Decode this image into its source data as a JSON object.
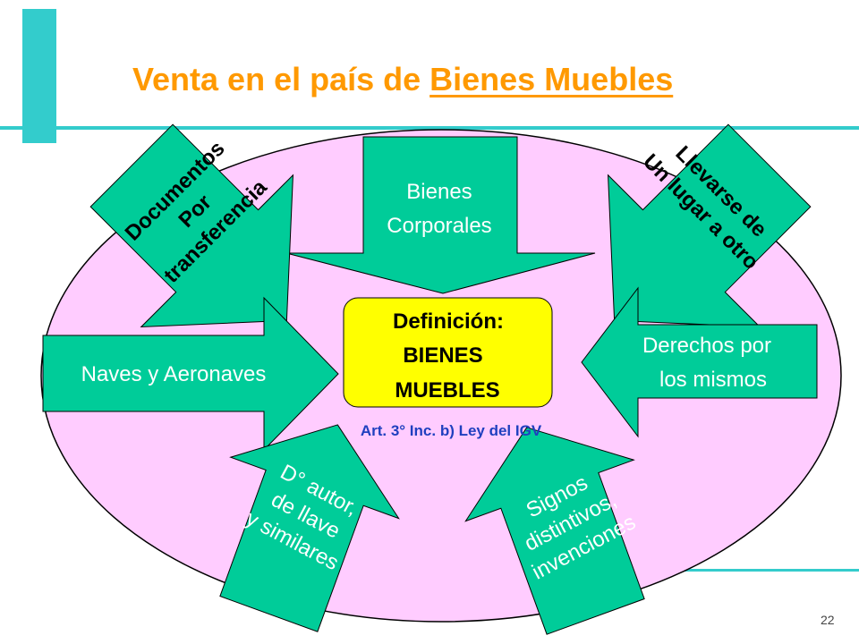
{
  "slide": {
    "title_prefix": "Venta en el país de ",
    "title_underlined": "Bienes Muebles",
    "page_number": "22"
  },
  "center": {
    "line1": "Definición:",
    "line2": "BIENES",
    "line3": "MUEBLES",
    "legal_ref": "Art. 3° Inc. b) Ley del IGV"
  },
  "arrows": {
    "documentos": [
      "Documentos",
      "Por",
      "transferencia"
    ],
    "bienes_corporales": [
      "Bienes",
      "Corporales"
    ],
    "llevarse": [
      "Llevarse de",
      "Un lugar a otro"
    ],
    "naves": [
      "Naves y Aeronaves"
    ],
    "derechos": [
      "Derechos por",
      "los mismos"
    ],
    "derecho_autor": [
      "D° autor,",
      "de llave",
      "y similares"
    ],
    "signos": [
      "Signos",
      "distintivos,",
      "invenciones"
    ]
  },
  "colors": {
    "title": "#ff9900",
    "accent_bar": "#33cccc",
    "ellipse_fill": "#ffccff",
    "arrow_fill": "#00cc99",
    "center_fill": "#ffff00",
    "legal_ref": "#1f3fbf"
  }
}
